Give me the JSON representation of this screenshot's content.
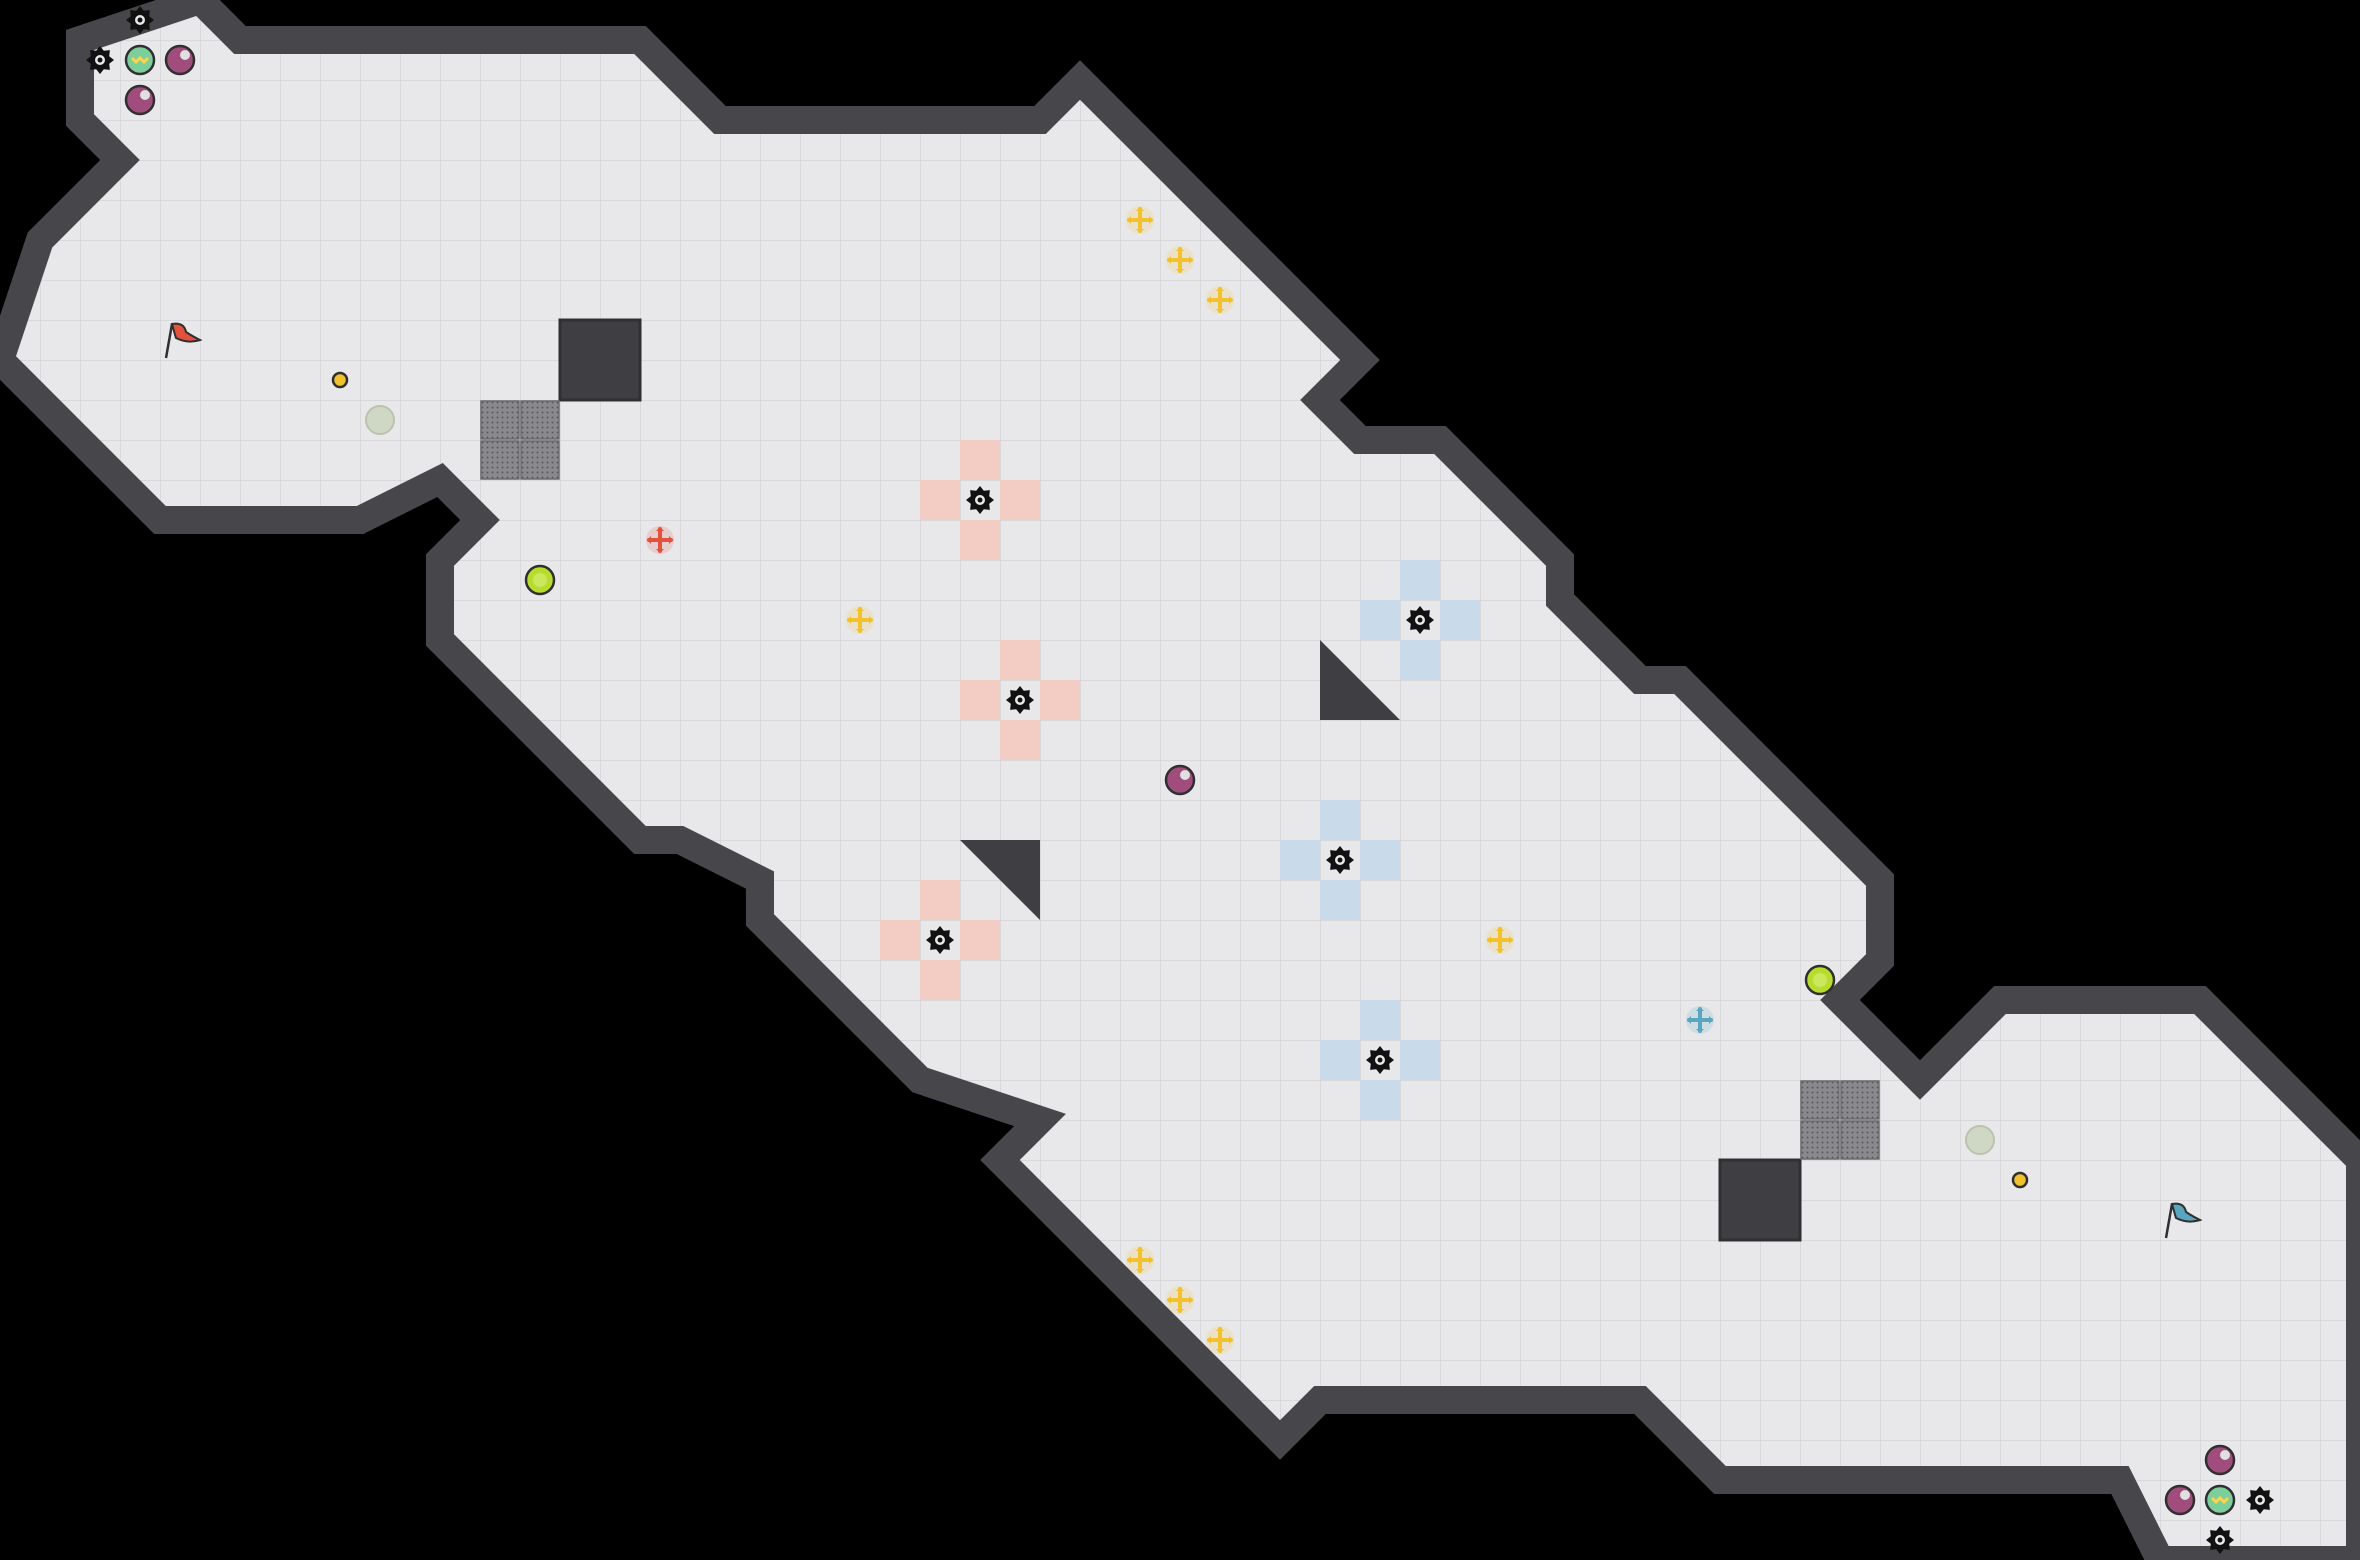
{
  "game": {
    "name": "tile-arena",
    "colors": {
      "background": "#000000",
      "floor": "#e8e8eb",
      "floor_grid": "#d4d4d8",
      "wall": "#47474b",
      "wall_edge": "#303033",
      "block": "#3f3f43",
      "grate": "#8a8a8e",
      "red_team": "#e2523d",
      "blue_team": "#5aa6c0",
      "red_zone": "#f3cdc4",
      "blue_zone": "#c9dbeb",
      "boost": "#f2c12e",
      "powerup": "#b6dc2e",
      "bomb": "#a04d7e"
    },
    "icons": {
      "flag": "flag-icon",
      "spike": "spike-icon",
      "boost": "boost-icon",
      "team_boost": "team-boost-icon",
      "powerup": "powerup-icon",
      "bomb": "bomb-icon",
      "button": "button-icon",
      "portal": "portal-icon",
      "gate": "gate-icon",
      "wall_block": "wall-block",
      "triangle_wall": "triangle-wall"
    },
    "flags": [
      {
        "team": "red"
      },
      {
        "team": "blue"
      }
    ]
  }
}
